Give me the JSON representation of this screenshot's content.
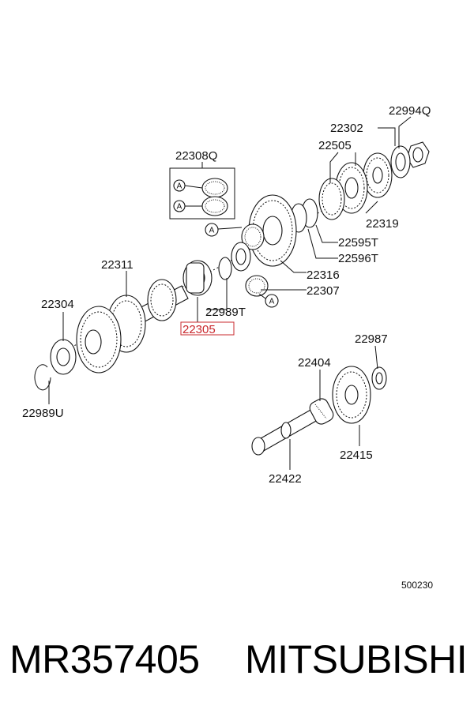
{
  "diagram": {
    "labels": {
      "p22994Q": "22994Q",
      "p22302": "22302",
      "p22505": "22505",
      "p22308Q": "22308Q",
      "p22319": "22319",
      "p22595T": "22595T",
      "p22596T": "22596T",
      "p22311": "22311",
      "p22316": "22316",
      "p22307": "22307",
      "p22304": "22304",
      "p22989T": "22989T",
      "p22305": "22305",
      "p22987": "22987",
      "p22404": "22404",
      "p22989U": "22989U",
      "p22415": "22415",
      "p22422": "22422"
    },
    "callout_letter": "A",
    "figure_number": "500230",
    "highlight_color": "#c9282d"
  },
  "footer": {
    "part_number": "MR357405",
    "brand": "MITSUBISHI"
  }
}
